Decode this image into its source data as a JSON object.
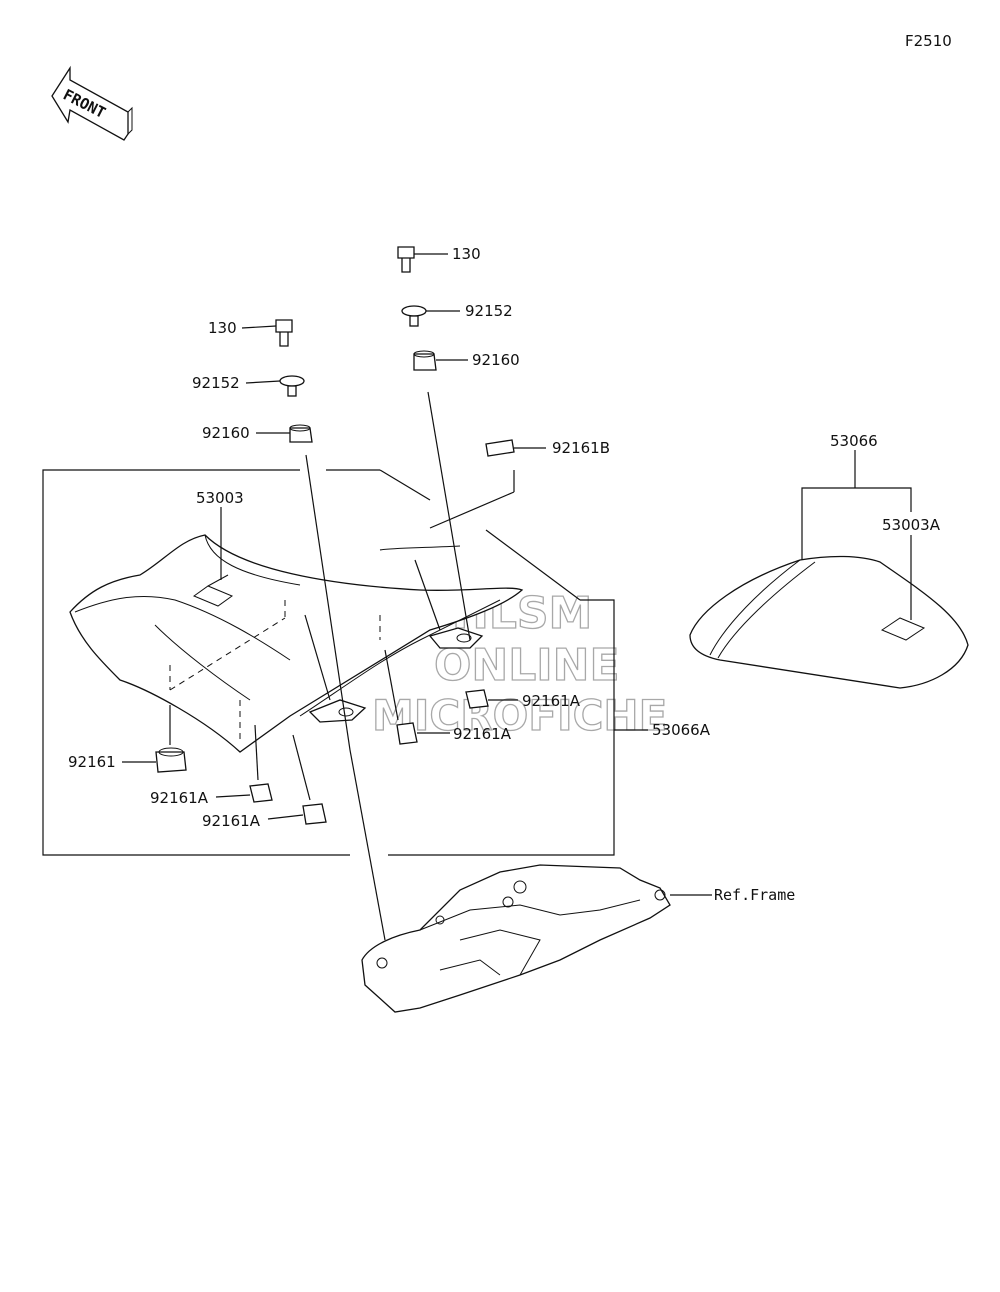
{
  "figure_code": "F2510",
  "front_arrow": {
    "text": "FRONT",
    "icon": "front-direction-arrow-icon"
  },
  "watermark": [
    "HLSM",
    "ONLINE",
    "MICROFICHE"
  ],
  "callouts": {
    "bolt_left": "130",
    "collar_left": "92152",
    "damper_left": "92160",
    "bolt_right": "130",
    "collar_right": "92152",
    "damper_right": "92160",
    "damper_b": "92161B",
    "seat_label": "53003",
    "damper_a_1": "92161A",
    "damper_a_2": "92161A",
    "seat_assy": "53066A",
    "damper_91": "92161",
    "damper_a_3": "92161A",
    "damper_a_4": "92161A",
    "rear_seat_assy": "53066",
    "rear_seat_label": "53003A",
    "ref_frame": "Ref.Frame"
  }
}
